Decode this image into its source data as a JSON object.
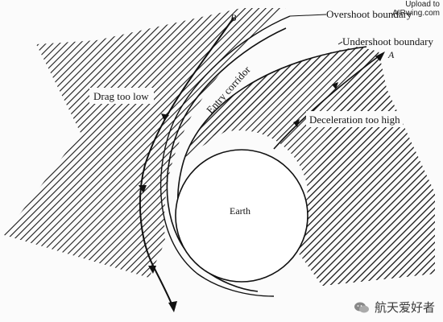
{
  "labels": {
    "overshoot": "Overshoot boundary",
    "undershoot": "Undershoot boundary",
    "entry_corridor": "Entry corridor",
    "drag_too_low": "Drag too low",
    "deceleration_too_high": "Deceleration too high",
    "earth": "Earth",
    "point_a": "A",
    "point_b": "B"
  },
  "watermark": {
    "line1": "Upload to",
    "line2": "AIRwing.com",
    "channel": "航天爱好者"
  },
  "icons": {
    "watermark_icon": "wechat-icon"
  }
}
